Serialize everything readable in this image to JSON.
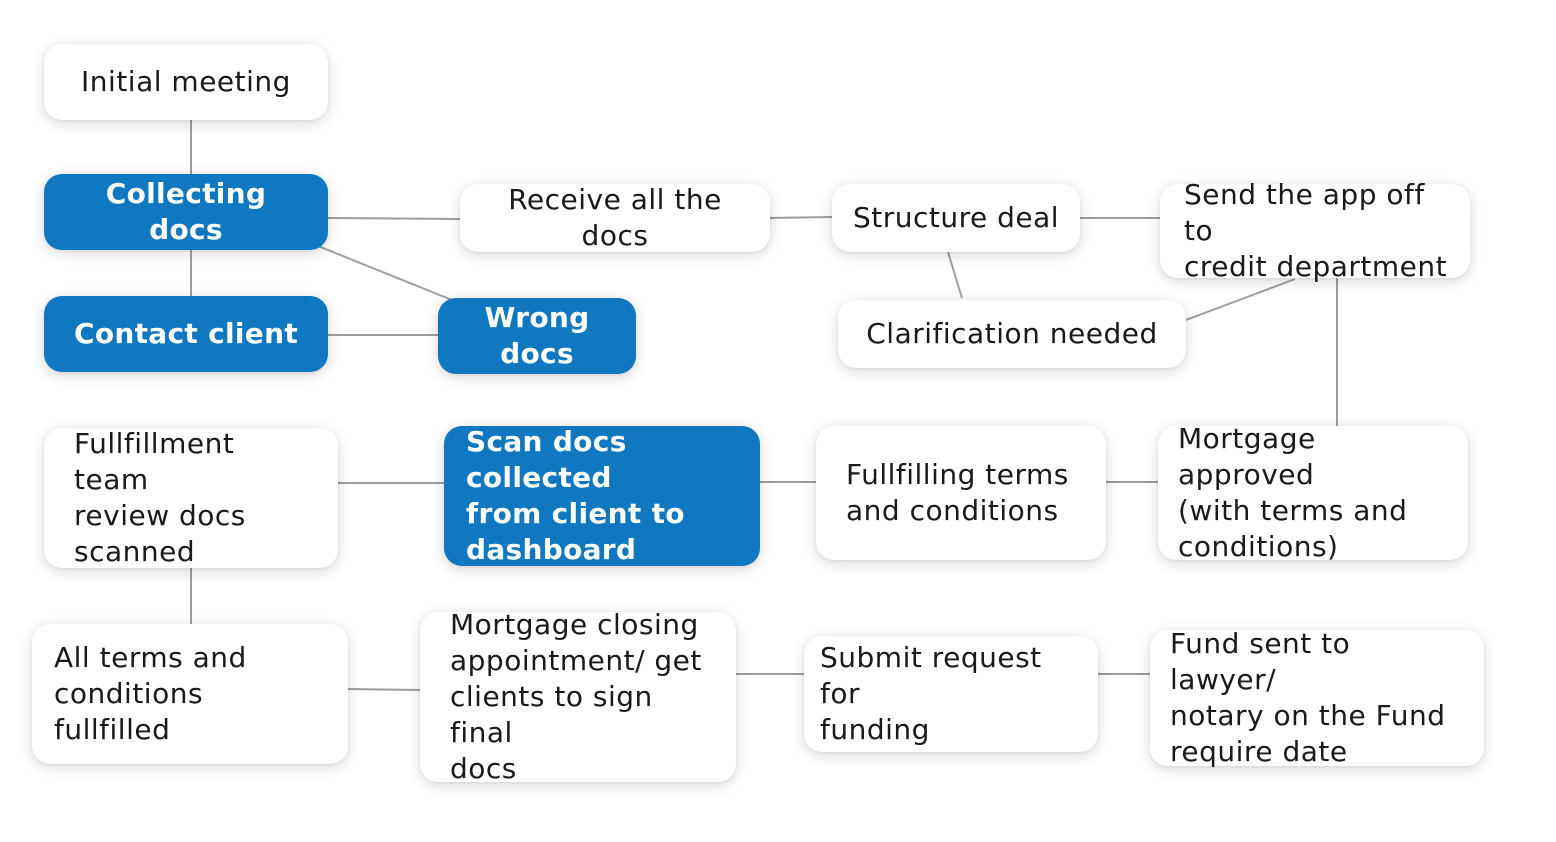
{
  "colors": {
    "highlight": "#0f78c0",
    "node": "#ffffff",
    "connector": "#9e9e9e",
    "text": "#1a1a1a"
  },
  "nodes": {
    "initial_meeting": "Initial meeting",
    "collecting_docs": "Collecting docs",
    "contact_client": "Contact client",
    "wrong_docs": "Wrong docs",
    "receive_all_docs": "Receive all the docs",
    "structure_deal": "Structure deal",
    "send_app": "Send the app off to\ncredit department",
    "clarification_needed": "Clarification needed",
    "fulfillment_review": "Fullfillment team\nreview docs\nscanned",
    "scan_docs": "Scan docs collected\nfrom client to\ndashboard",
    "fulfilling_terms": "Fullfilling terms\nand conditions",
    "mortgage_approved": "Mortgage approved\n(with terms and\nconditions)",
    "all_terms_fulfilled": "All terms and\nconditions fullfilled",
    "closing_appointment": "Mortgage closing\nappointment/ get\nclients to sign final\ndocs",
    "submit_funding": "Submit request for\nfunding",
    "fund_sent": "Fund sent to lawyer/\nnotary on the Fund\nrequire date"
  }
}
